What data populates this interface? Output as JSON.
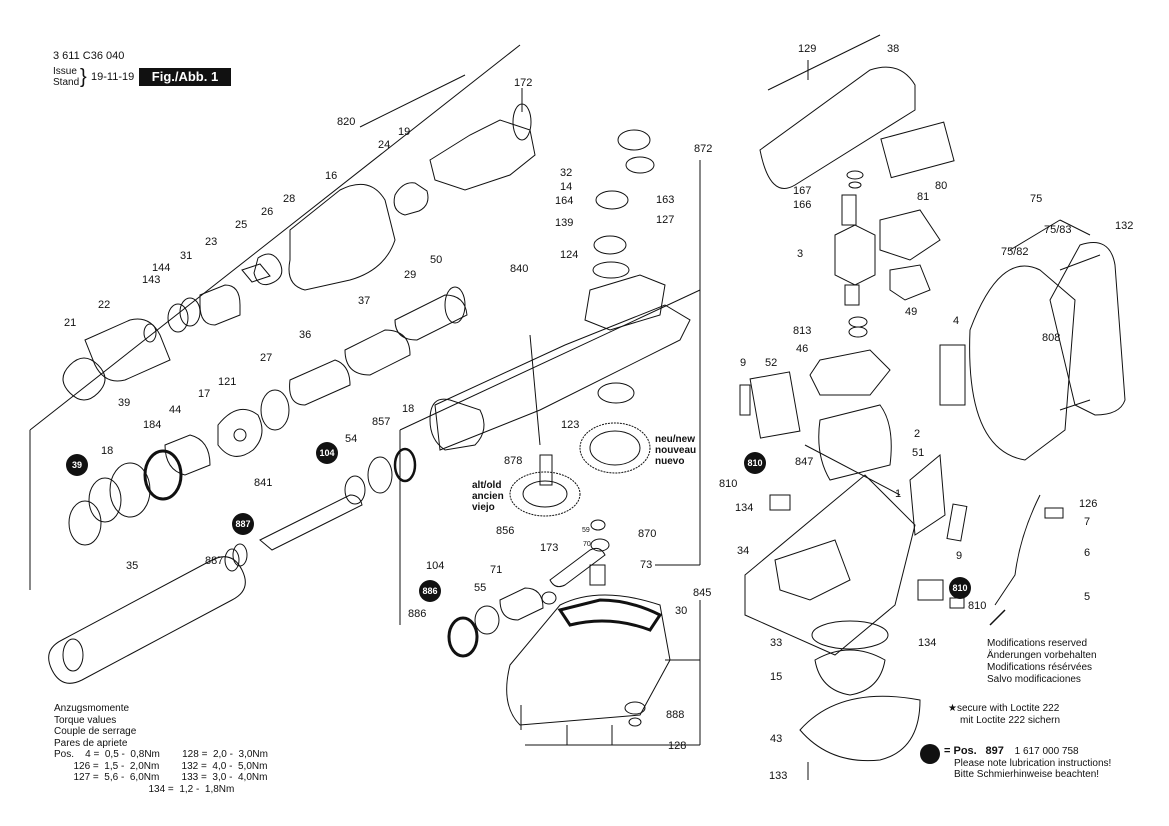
{
  "header": {
    "doc_number": "3 611 C36 040",
    "issue_label_en": "Issue",
    "issue_label_de": "Stand",
    "issue_date": "19-11-19",
    "figure_label": "Fig./Abb. 1"
  },
  "part_labels": [
    "172",
    "820",
    "19",
    "24",
    "16",
    "28",
    "26",
    "25",
    "23",
    "31",
    "144",
    "143",
    "22",
    "21",
    "50",
    "29",
    "37",
    "36",
    "27",
    "121",
    "17",
    "44",
    "184",
    "18",
    "39",
    "841",
    "887",
    "35",
    "54",
    "857",
    "18",
    "104",
    "32",
    "14",
    "164",
    "163",
    "139",
    "127",
    "124",
    "840",
    "872",
    "123",
    "878",
    "856",
    "870",
    "173",
    "71",
    "55",
    "886",
    "73",
    "845",
    "30",
    "888",
    "128",
    "129",
    "38",
    "167",
    "166",
    "80",
    "81",
    "3",
    "49",
    "813",
    "46",
    "9",
    "52",
    "2",
    "810",
    "847",
    "51",
    "1",
    "134",
    "34",
    "9",
    "810",
    "134",
    "33",
    "15",
    "43",
    "133",
    "75",
    "75/83",
    "75/82",
    "132",
    "4",
    "808",
    "126",
    "7",
    "6",
    "5"
  ],
  "badges": [
    "39",
    "104",
    "887",
    "886",
    "810",
    "810"
  ],
  "old_new": {
    "old": [
      "alt/old",
      "ancien",
      "viejo"
    ],
    "new": [
      "neu/new",
      "nouveau",
      "nuevo"
    ],
    "small_59": "59",
    "small_70": "70"
  },
  "torque": {
    "title_lines": [
      "Anzugsmomente",
      "Torque values",
      "Couple de serrage",
      "Pares de apriete"
    ],
    "rows": [
      "Pos.    4 =  0,5 -  0,8Nm        128 =  2,0 -  3,0Nm",
      "       126 =  1,5 -  2,0Nm        132 =  4,0 -  5,0Nm",
      "       127 =  5,6 -  6,0Nm        133 =  3,0 -  4,0Nm",
      "                                  134 =  1,2 -  1,8Nm"
    ]
  },
  "notes": [
    "Modifications reserved",
    "Änderungen vorbehalten",
    "Modifications résérvées",
    "Salvo modificaciones"
  ],
  "loctite": [
    "secure with Loctite 222",
    "mit Loctite 222 sichern"
  ],
  "lubrication": {
    "pos_label": "= Pos.",
    "pos_number": "897",
    "part_no": "1 617 000 758",
    "line1": "Please note lubrication instructions!",
    "line2": "Bitte Schmierhinweise beachten!"
  }
}
